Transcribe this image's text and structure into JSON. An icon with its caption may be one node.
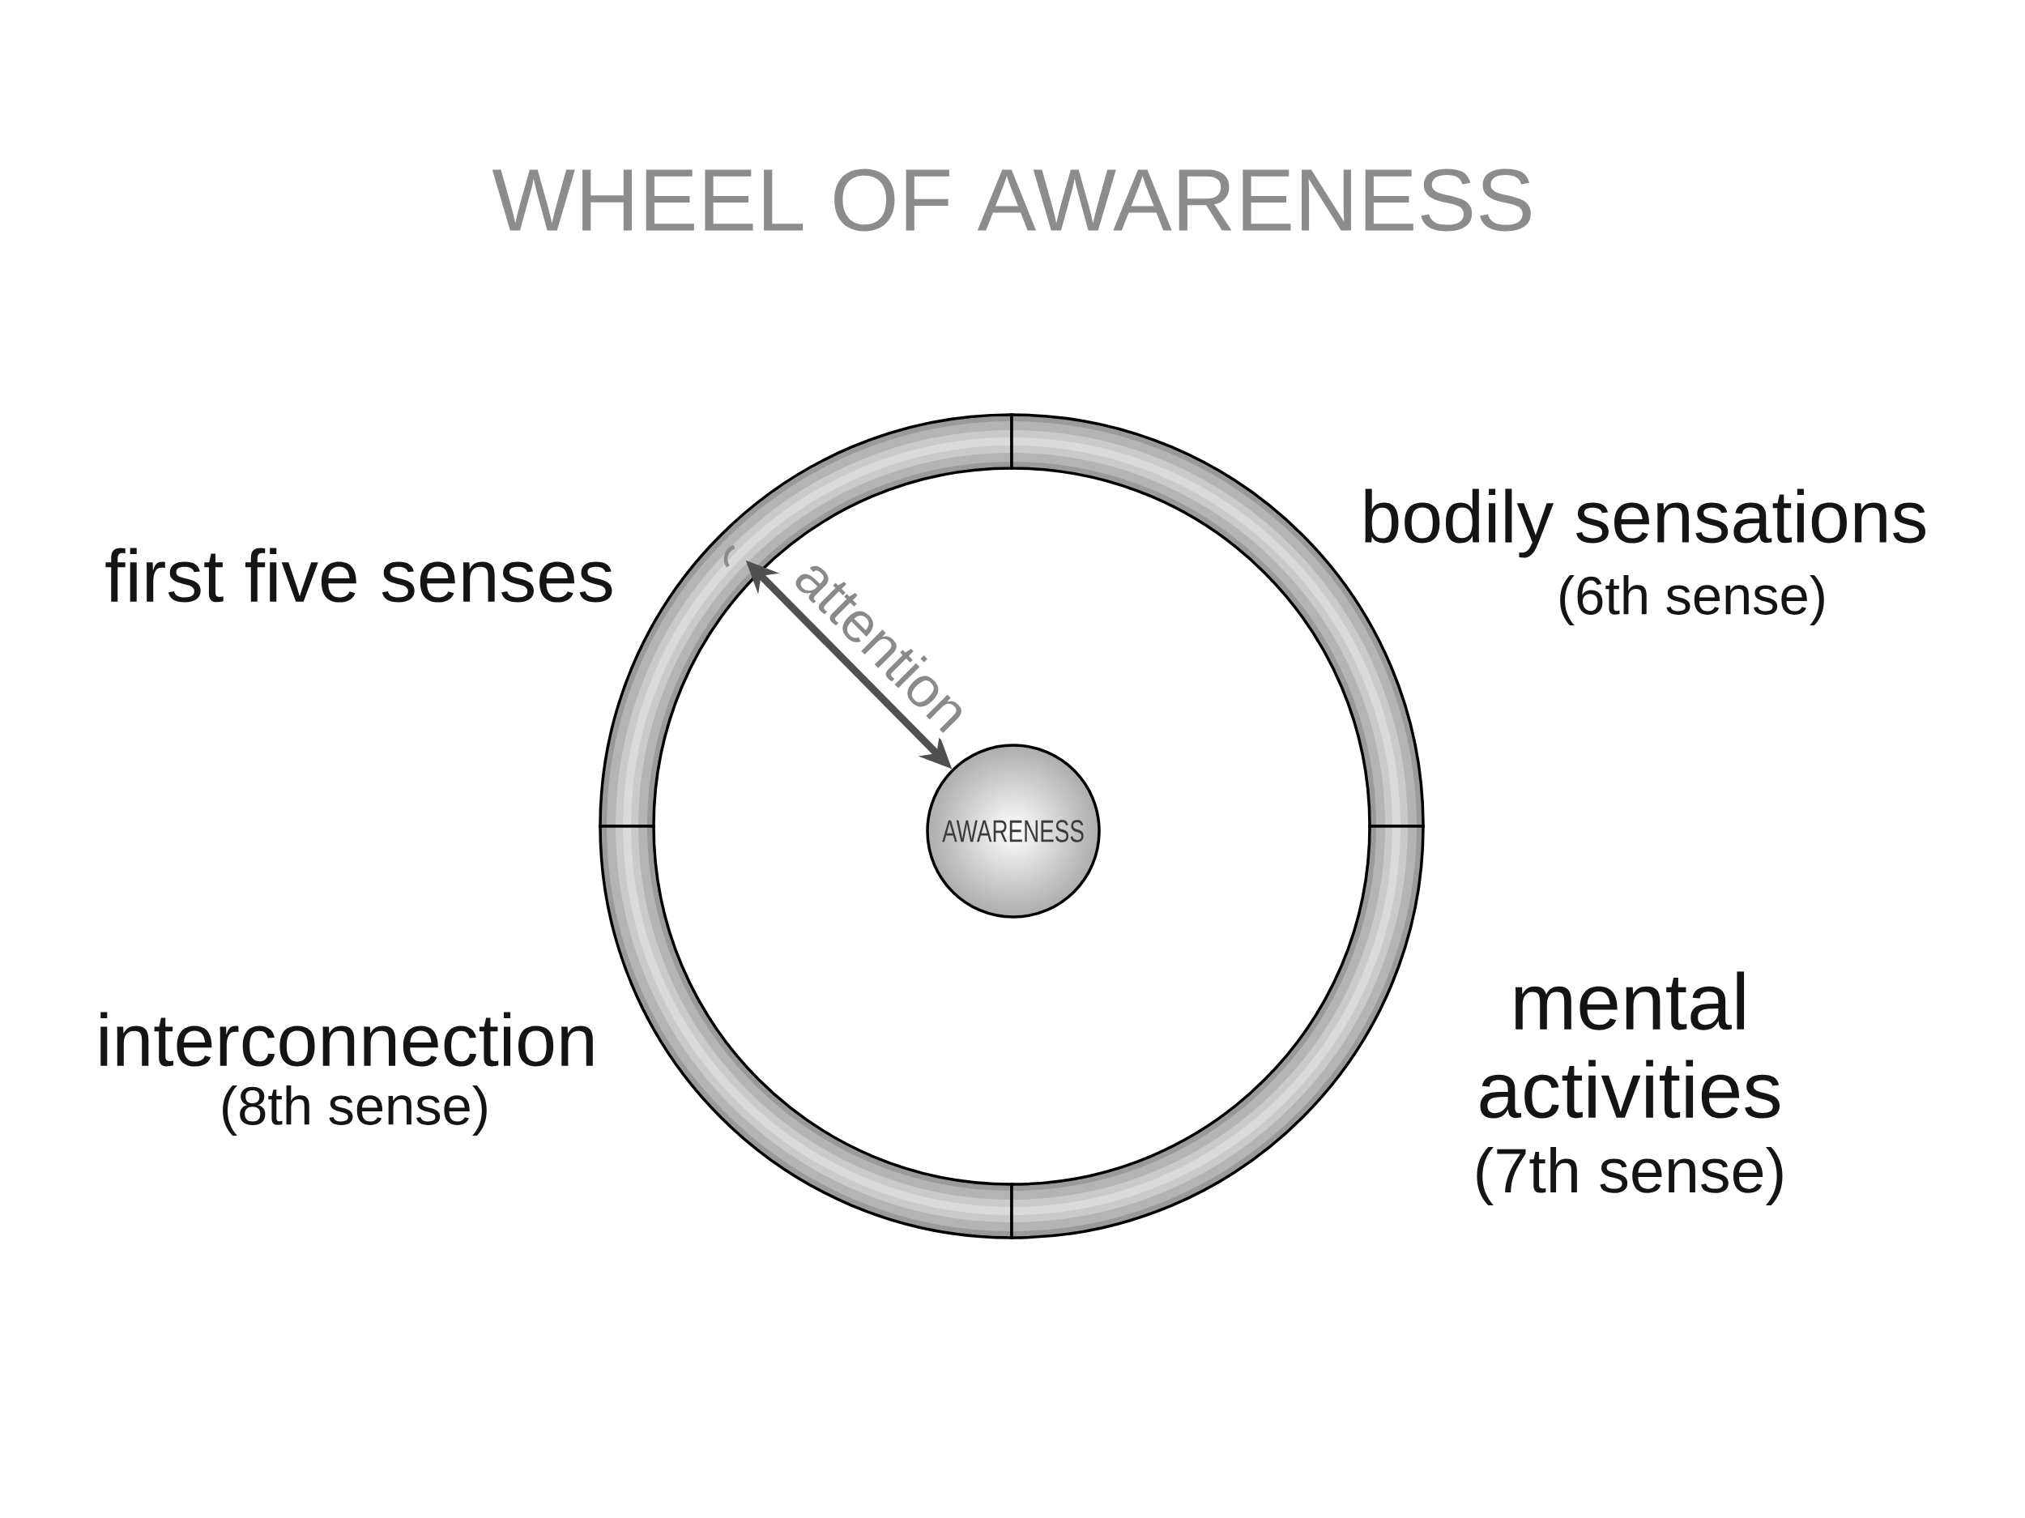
{
  "diagram": {
    "title": "WHEEL OF AWARENESS",
    "nodes": [
      {
        "text": [],
        "shape": "arc",
        "beside": [
          "first five senses"
        ]
      },
      {
        "text": [],
        "shape": "arc",
        "beside": [
          "bodily sensations",
          "(6th sense)"
        ]
      },
      {
        "text": [
          "AWARENESS"
        ]
      },
      {
        "text": [],
        "shape": "arc",
        "beside": [
          "interconnection",
          "(8th sense)"
        ]
      },
      {
        "text": [],
        "shape": "arc",
        "beside": [
          "mental activities",
          "(7th sense)"
        ]
      }
    ],
    "edges": [
      {
        "from": 2,
        "to": 0,
        "arrow": "both",
        "label": "attention"
      }
    ]
  }
}
